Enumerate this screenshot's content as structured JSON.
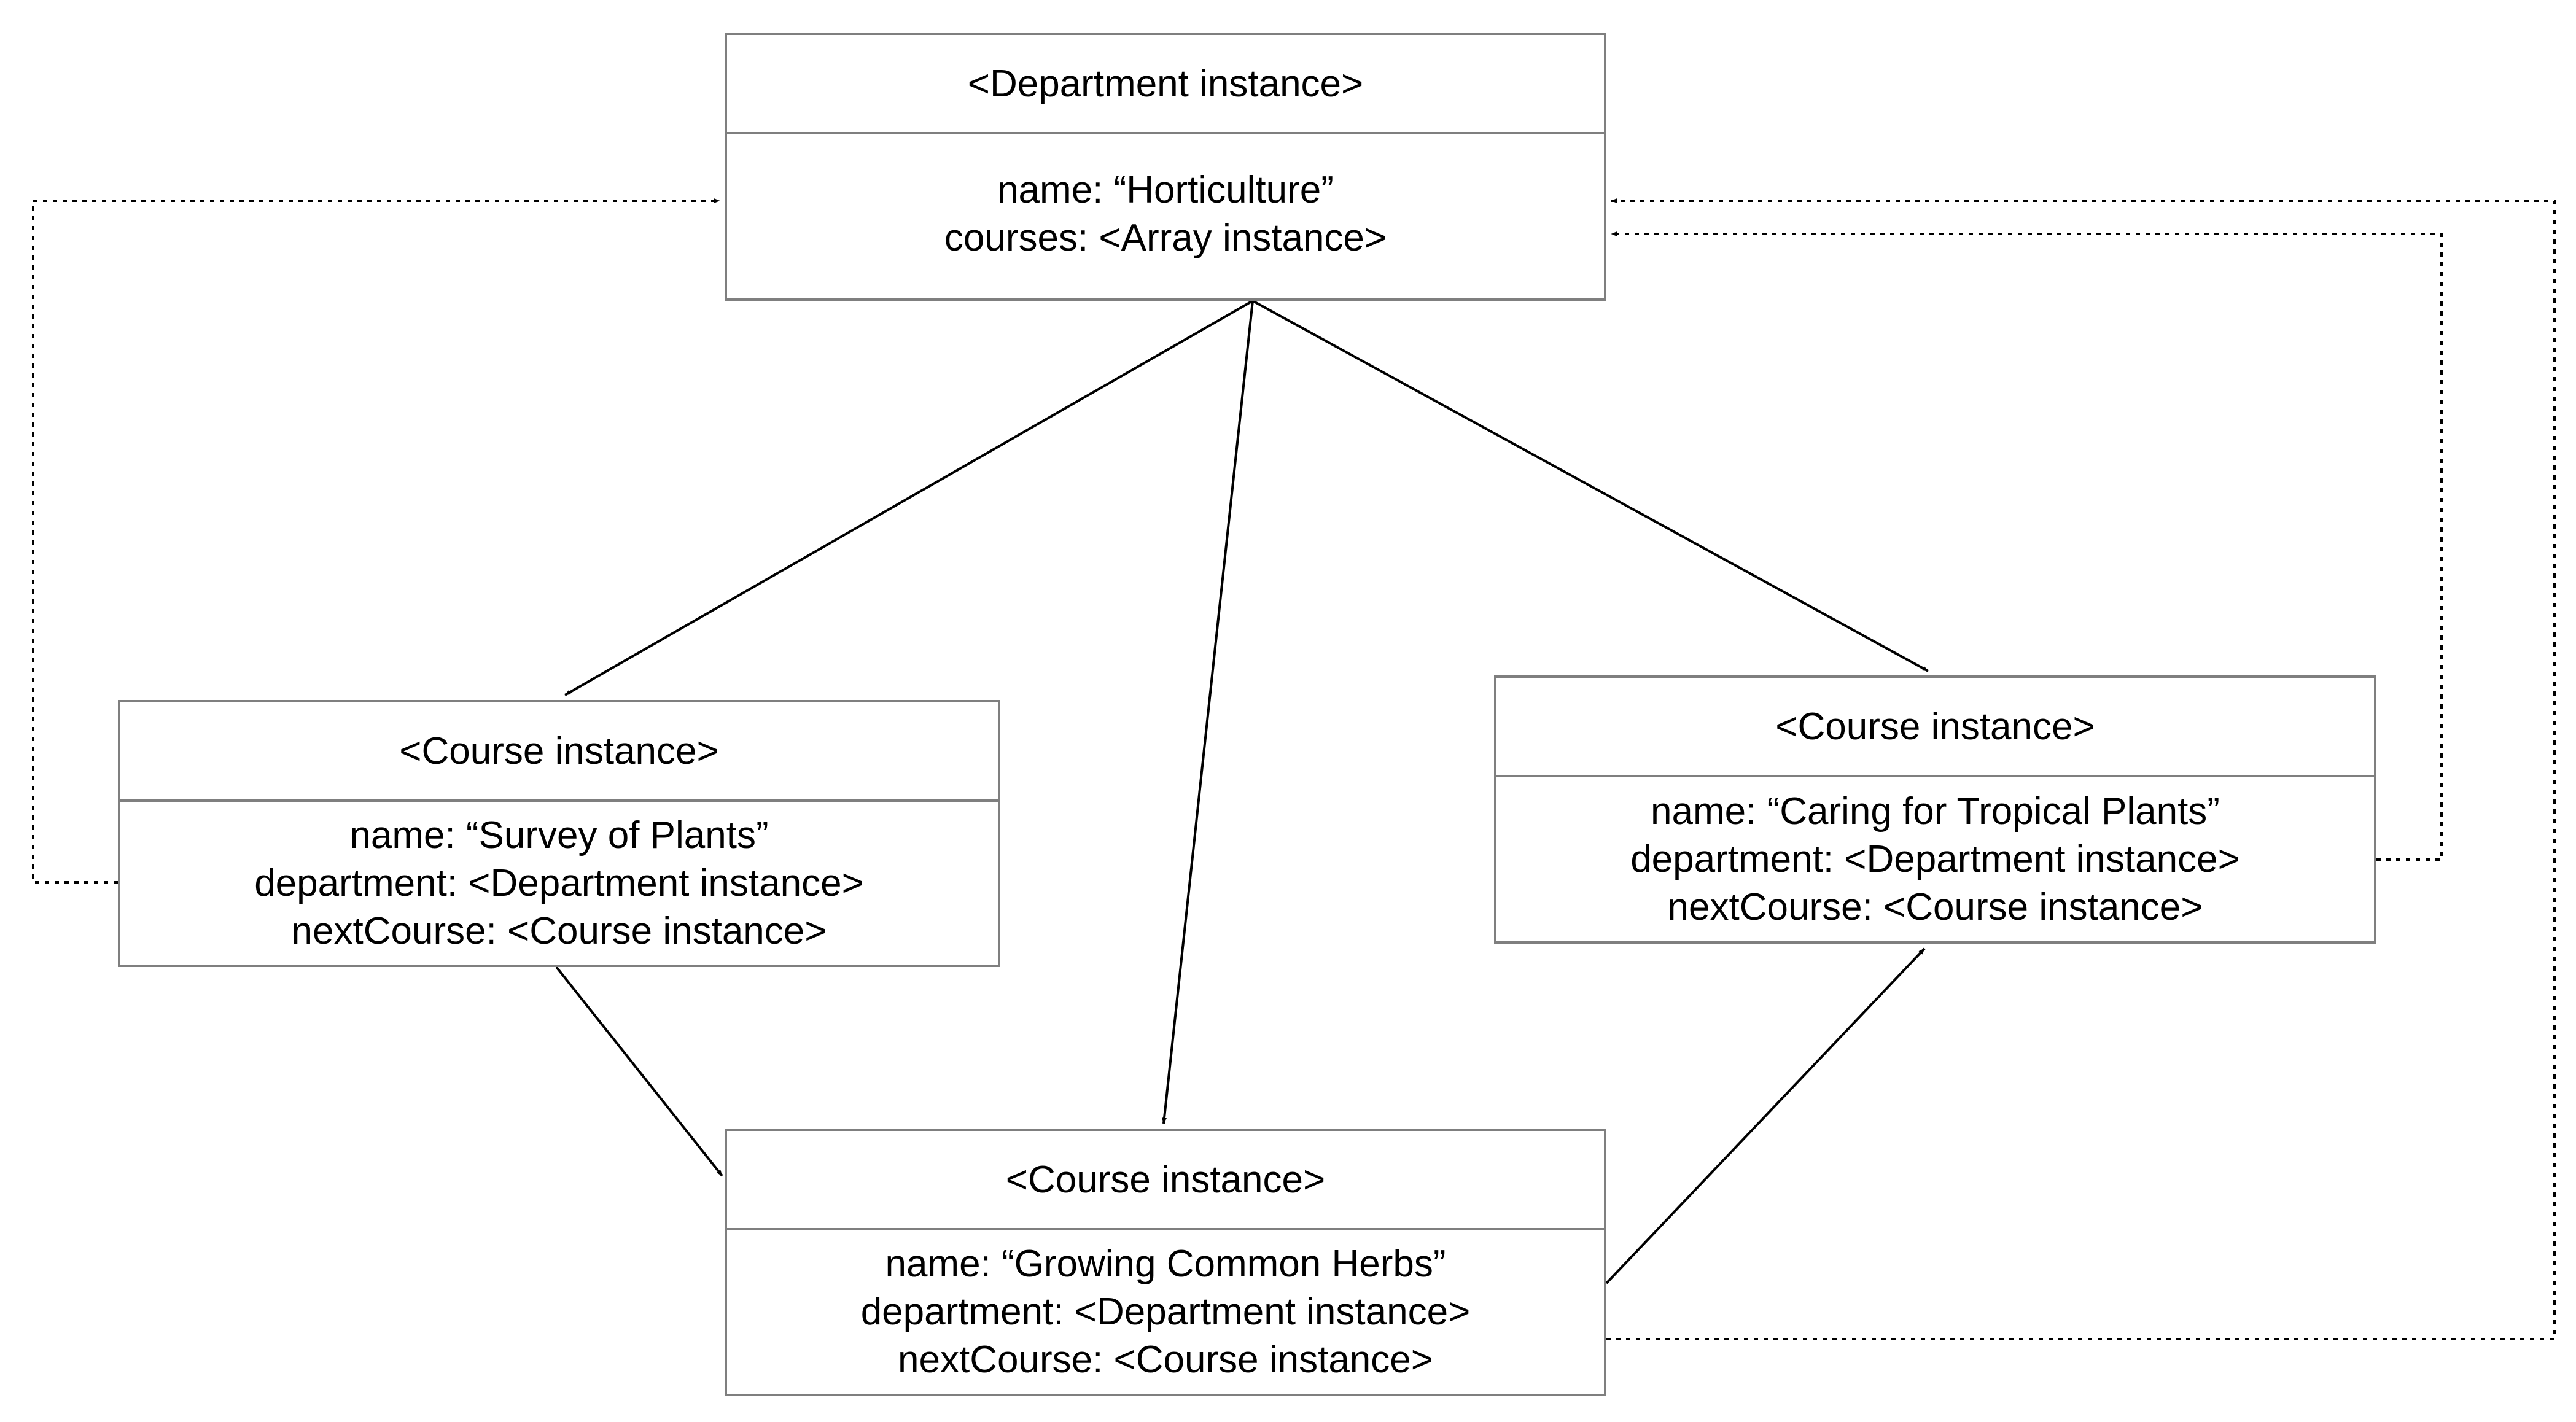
{
  "department": {
    "header": "<Department instance>",
    "fields": [
      "name: “Horticulture”",
      "courses: <Array instance>"
    ]
  },
  "course_a": {
    "header": "<Course instance>",
    "fields": [
      "name: “Survey of Plants”",
      "department: <Department instance>",
      "nextCourse: <Course instance>"
    ]
  },
  "course_b": {
    "header": "<Course instance>",
    "fields": [
      "name: “Caring for Tropical Plants”",
      "department: <Department instance>",
      "nextCourse: <Course instance>"
    ]
  },
  "course_c": {
    "header": "<Course instance>",
    "fields": [
      "name: “Growing Common Herbs”",
      "department: <Department instance>",
      "nextCourse: <Course instance>"
    ]
  },
  "colors": {
    "box_border": "#7f7f7f",
    "line": "#000000",
    "background": "#ffffff"
  }
}
